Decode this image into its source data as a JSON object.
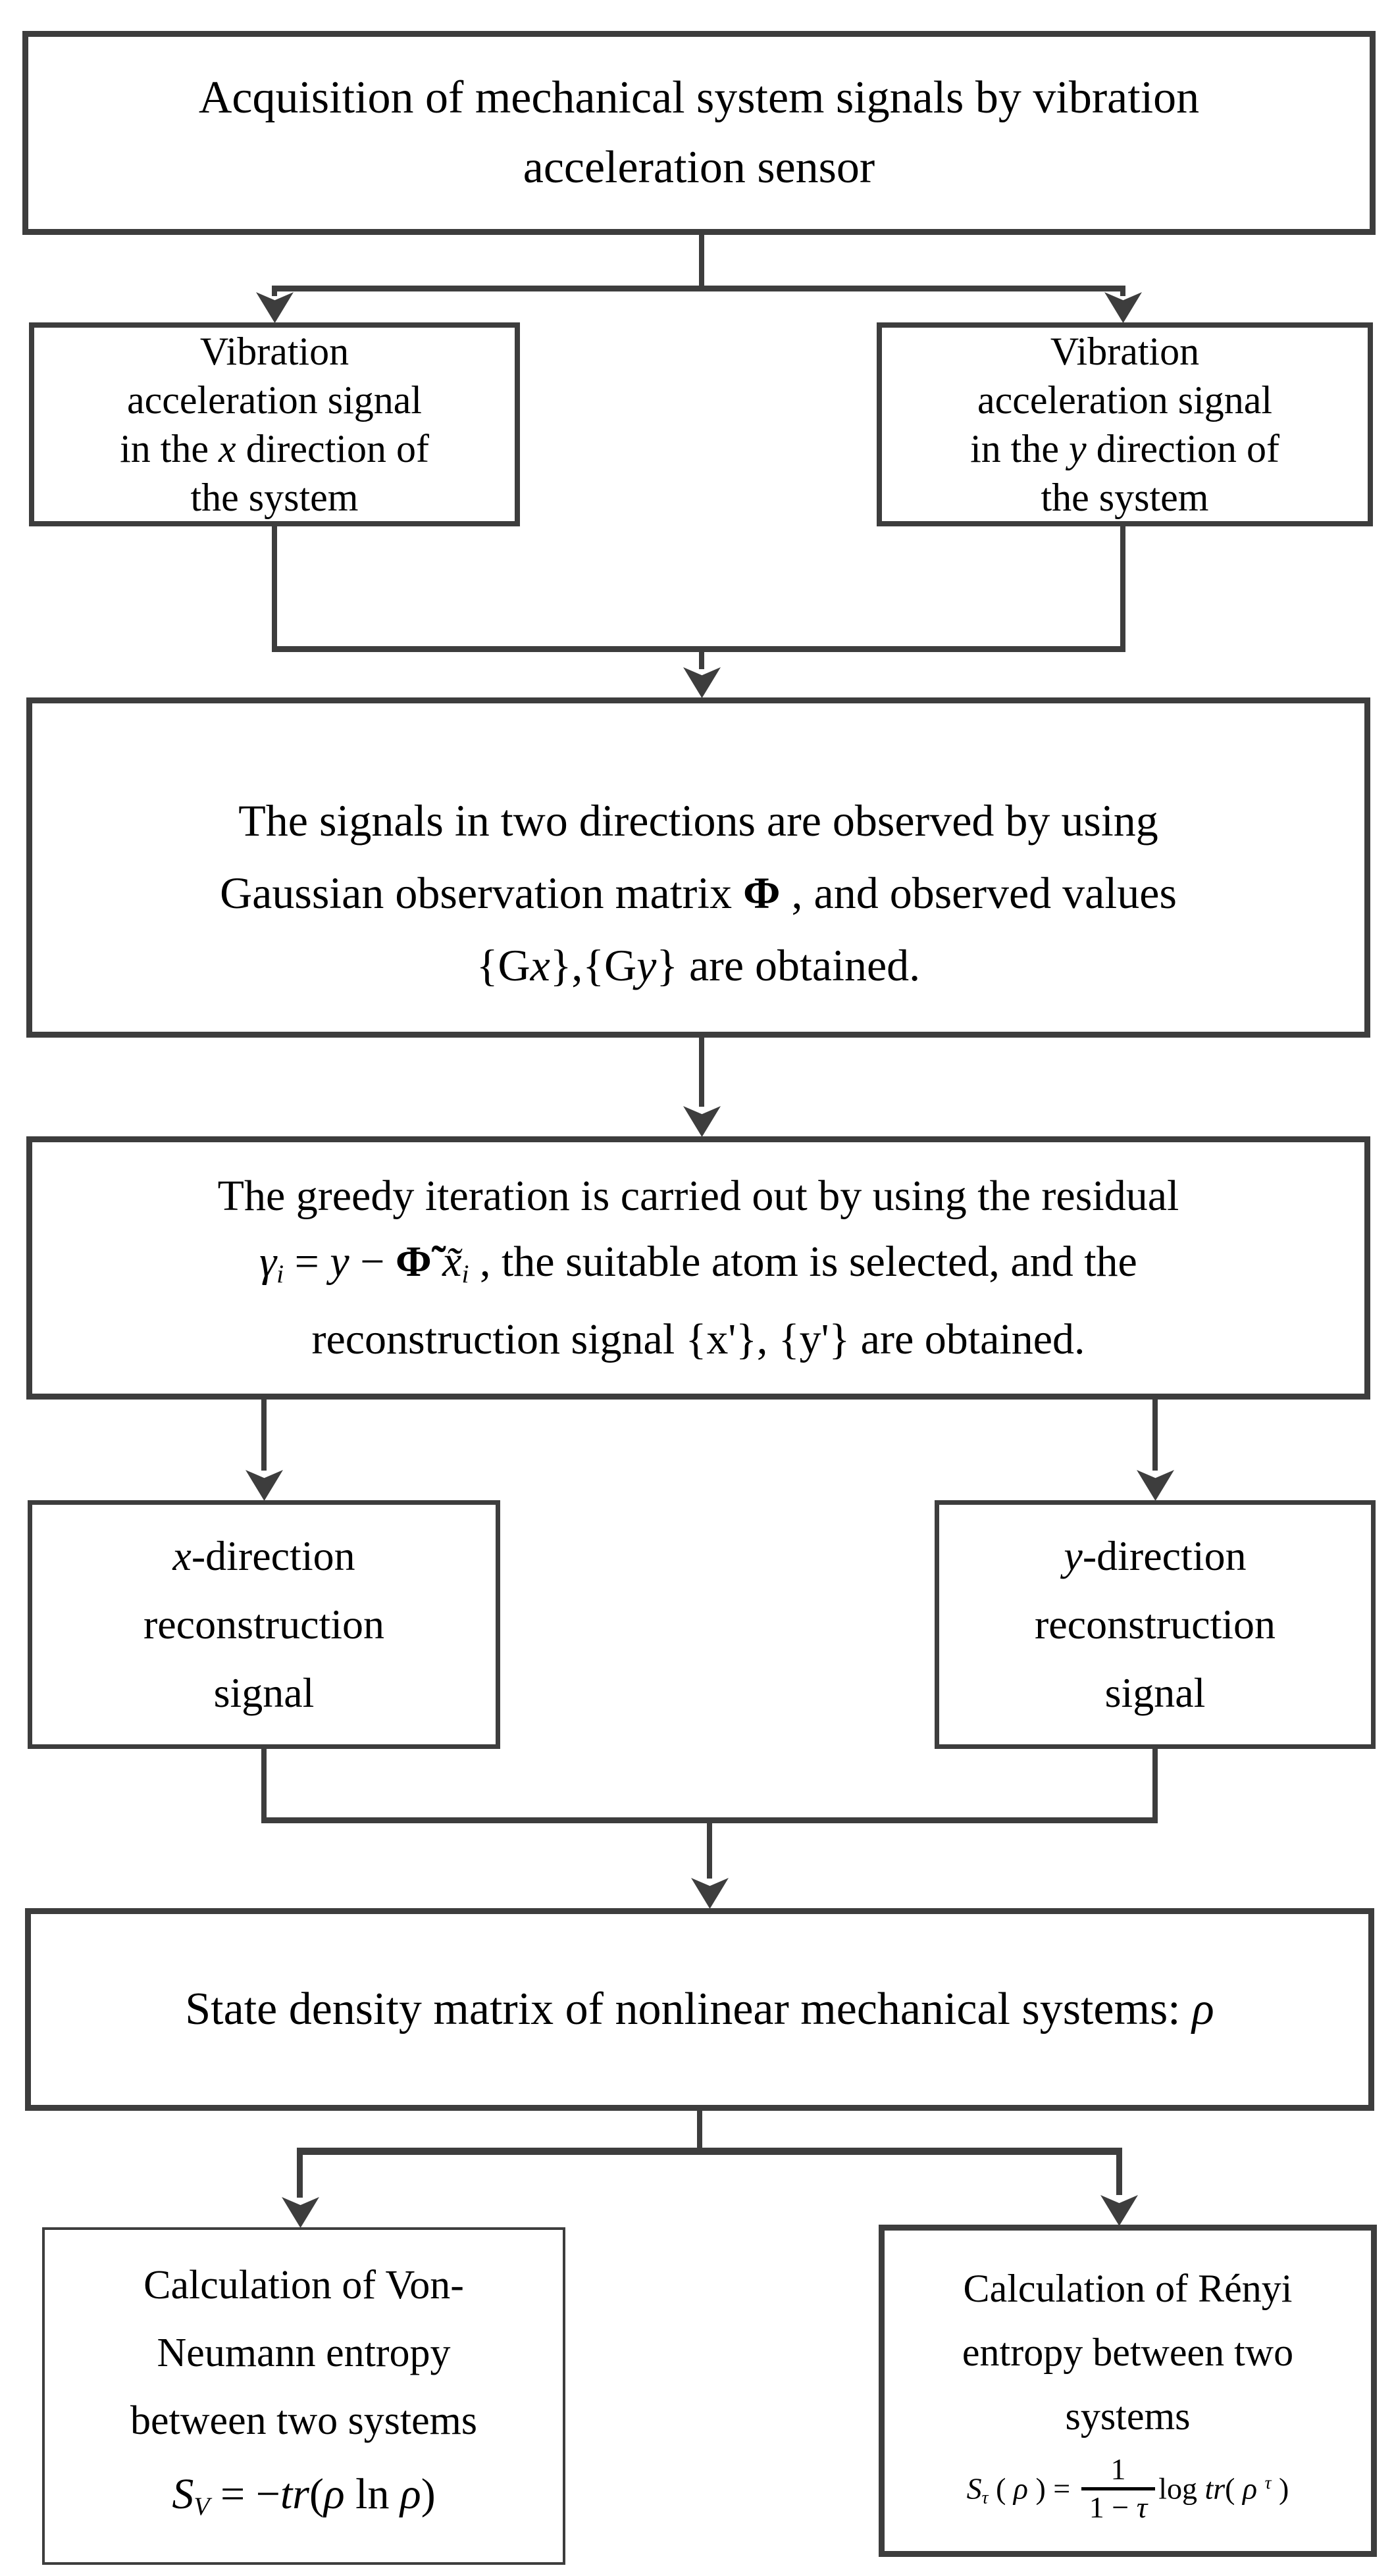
{
  "colors": {
    "line": "#3d3d3d",
    "text": "#000000",
    "background": "#ffffff"
  },
  "diagram_type": "flowchart",
  "boxes": {
    "acquisition": {
      "lines": [
        [
          {
            "t": "Acquisition of mechanical system signals by vibration"
          }
        ],
        [
          {
            "t": "acceleration sensor"
          }
        ]
      ]
    },
    "vib_x": {
      "lines": [
        [
          {
            "t": "Vibration"
          }
        ],
        [
          {
            "t": "acceleration signal"
          }
        ],
        [
          {
            "t": "in the "
          },
          {
            "t": "x",
            "s": "i"
          },
          {
            "t": " direction of"
          }
        ],
        [
          {
            "t": "the system"
          }
        ]
      ]
    },
    "vib_y": {
      "lines": [
        [
          {
            "t": "Vibration"
          }
        ],
        [
          {
            "t": "acceleration signal"
          }
        ],
        [
          {
            "t": "in the "
          },
          {
            "t": "y",
            "s": "i"
          },
          {
            "t": " direction of"
          }
        ],
        [
          {
            "t": "the system"
          }
        ]
      ]
    },
    "observe": {
      "lines": [
        [
          {
            "t": "The signals in two directions are observed by using"
          }
        ],
        [
          {
            "t": "Gaussian observation matrix "
          },
          {
            "t": "Φ",
            "s": "phi"
          },
          {
            "t": " , and observed values"
          }
        ],
        [
          {
            "t": "{G"
          },
          {
            "t": "x",
            "s": "i"
          },
          {
            "t": "},{G"
          },
          {
            "t": "y",
            "s": "i"
          },
          {
            "t": "}  are obtained."
          }
        ]
      ]
    },
    "greedy": {
      "lines": [
        [
          {
            "t": "The greedy iteration is carried out by using the residual"
          }
        ],
        [
          {
            "t": "γ",
            "s": "i"
          },
          {
            "t": "i",
            "s": "subi"
          },
          {
            "t": " = "
          },
          {
            "t": "y",
            "s": "i"
          },
          {
            "t": " − "
          },
          {
            "t": "Φ̃",
            "s": "phi"
          },
          {
            "t": " "
          },
          {
            "t": "x̃",
            "s": "i"
          },
          {
            "t": "i",
            "s": "subi"
          },
          {
            "t": "  , the suitable atom is selected, and the"
          }
        ],
        [
          {
            "t": "reconstruction signal {x'}, {y'} are obtained."
          }
        ]
      ]
    },
    "recon_x": {
      "lines": [
        [
          {
            "t": "x",
            "s": "i"
          },
          {
            "t": "-direction"
          }
        ],
        [
          {
            "t": "reconstruction"
          }
        ],
        [
          {
            "t": "signal"
          }
        ]
      ]
    },
    "recon_y": {
      "lines": [
        [
          {
            "t": "y",
            "s": "i"
          },
          {
            "t": "-direction"
          }
        ],
        [
          {
            "t": "reconstruction"
          }
        ],
        [
          {
            "t": "signal"
          }
        ]
      ]
    },
    "density": {
      "lines": [
        [
          {
            "t": "State density matrix of nonlinear mechanical systems: "
          },
          {
            "t": "ρ",
            "s": "i"
          }
        ]
      ]
    },
    "von_neumann": {
      "lines": [
        [
          {
            "t": "Calculation of Von-"
          }
        ],
        [
          {
            "t": "Neumann entropy"
          }
        ],
        [
          {
            "t": "between two systems"
          }
        ],
        [
          {
            "t": "S",
            "s": "i"
          },
          {
            "t": "V",
            "s": "subi"
          },
          {
            "t": " = −"
          },
          {
            "t": "tr",
            "s": "i"
          },
          {
            "t": "("
          },
          {
            "t": "ρ",
            "s": "i"
          },
          {
            "t": " ln "
          },
          {
            "t": "ρ",
            "s": "i"
          },
          {
            "t": ")"
          }
        ]
      ]
    },
    "renyi": {
      "lines": [
        [
          {
            "t": "Calculation of Rényi"
          }
        ],
        [
          {
            "t": "entropy between two"
          }
        ],
        [
          {
            "t": "systems"
          }
        ],
        [
          {
            "t": "S",
            "s": "i"
          },
          {
            "t": "τ",
            "s": "subi"
          },
          {
            "t": " ( "
          },
          {
            "t": "ρ",
            "s": "i"
          },
          {
            "t": " ) = "
          },
          {
            "frac": {
              "num": [
                {
                  "t": "1"
                }
              ],
              "den": [
                {
                  "t": "1 − "
                },
                {
                  "t": "τ",
                  "s": "i"
                }
              ]
            }
          },
          {
            "t": "log "
          },
          {
            "t": "tr",
            "s": "i"
          },
          {
            "t": "( "
          },
          {
            "t": "ρ",
            "s": "i"
          },
          {
            "t": " "
          },
          {
            "t": "τ",
            "s": "supi"
          },
          {
            "t": " )"
          }
        ]
      ]
    }
  }
}
